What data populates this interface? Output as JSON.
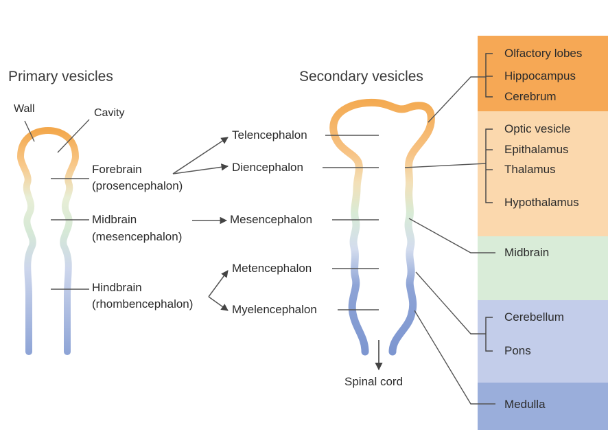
{
  "headings": {
    "primary": "Primary vesicles",
    "secondary": "Secondary vesicles"
  },
  "primary": {
    "wall": "Wall",
    "cavity": "Cavity",
    "forebrain": "Forebrain",
    "forebrain_alt": "(prosencephalon)",
    "midbrain": "Midbrain",
    "midbrain_alt": "(mesencephalon)",
    "hindbrain": "Hindbrain",
    "hindbrain_alt": "(rhombencephalon)"
  },
  "secondary": {
    "telencephalon": "Telencephalon",
    "diencephalon": "Diencephalon",
    "mesencephalon": "Mesencephalon",
    "metencephalon": "Metencephalon",
    "myelencephalon": "Myelencephalon",
    "spinal_cord": "Spinal cord"
  },
  "structures": {
    "olfactory_lobes": "Olfactory lobes",
    "hippocampus": "Hippocampus",
    "cerebrum": "Cerebrum",
    "optic_vesicle": "Optic vesicle",
    "epithalamus": "Epithalamus",
    "thalamus": "Thalamus",
    "hypothalamus": "Hypothalamus",
    "midbrain": "Midbrain",
    "cerebellum": "Cerebellum",
    "pons": "Pons",
    "medulla": "Medulla"
  },
  "colors": {
    "telencephalon_band": "#f6a855",
    "diencephalon_band": "#fbd8ad",
    "midbrain_band": "#d9ecd8",
    "metencephalon_band": "#c3cdea",
    "medulla_band": "#9aaedb",
    "tube_orange": "#f4a94e",
    "tube_green": "#cfe6cf",
    "tube_blue": "#8fa5d7"
  }
}
